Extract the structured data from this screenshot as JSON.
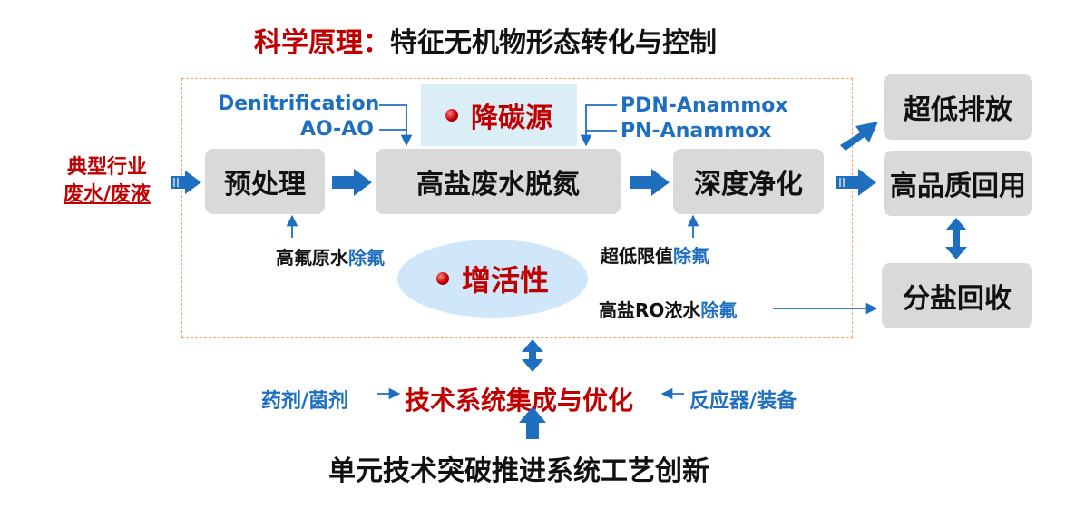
{
  "title": {
    "highlight": "科学原理：",
    "rest": "特征无机物形态转化与控制"
  },
  "input": {
    "line1": "典型行业",
    "line2": "废水/废液"
  },
  "boxes": {
    "pretreat": "预处理",
    "denitrify": "高盐废水脱氮",
    "deep_purify": "深度净化",
    "ultra_low": "超低排放",
    "reuse": "高品质回用",
    "salt_recovery": "分盐回收"
  },
  "processes": {
    "left": [
      "Denitrification",
      "AO-AO"
    ],
    "right": [
      "PDN-Anammox",
      "PN-Anammox"
    ]
  },
  "carbon_source": "降碳源",
  "activity": "增活性",
  "fluoride": {
    "raw": {
      "prefix": "高氟原水",
      "suffix": "除氟"
    },
    "ultra_low": {
      "prefix": "超低限值",
      "suffix": "除氟"
    },
    "ro": {
      "prefix": "高盐RO浓水",
      "suffix": "除氟"
    }
  },
  "integration": {
    "center": "技术系统集成与优化",
    "left": "药剂/菌剂",
    "right": "反应器/装备"
  },
  "bottom": "单元技术突破推进系统工艺创新",
  "colors": {
    "accent_red": "#c00000",
    "accent_blue": "#1f6fc0",
    "box_gray": "#d9d9d9",
    "dash_orange": "#f4a36a"
  }
}
